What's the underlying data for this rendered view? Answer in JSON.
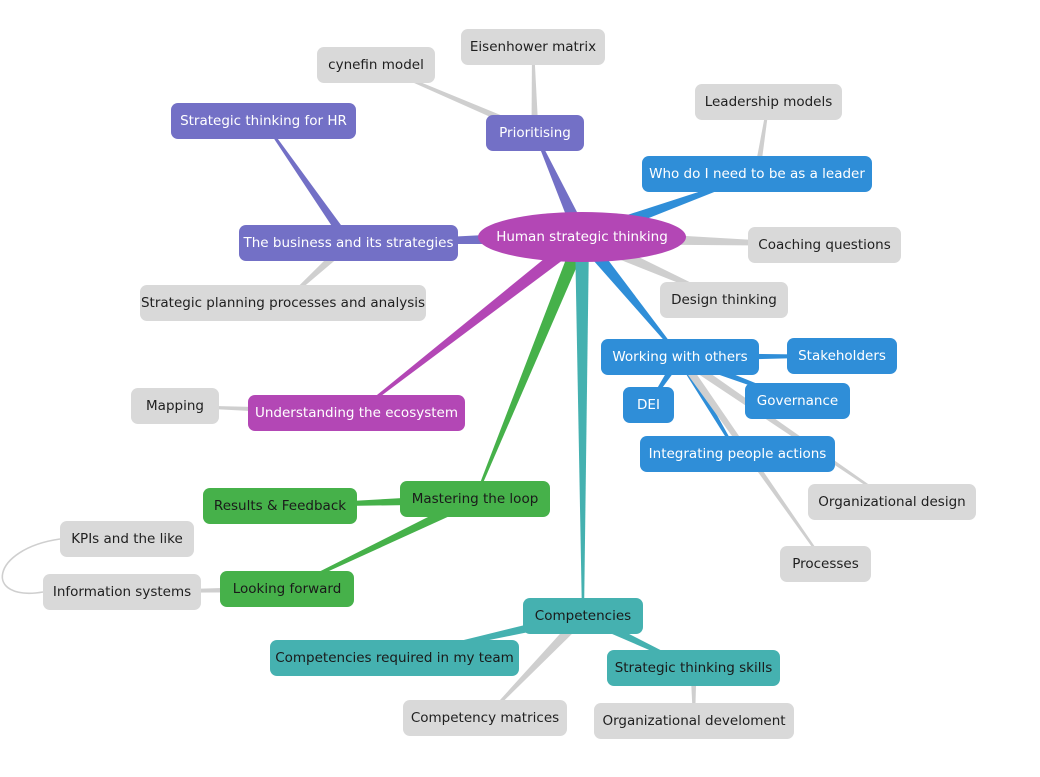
{
  "colors": {
    "purple": "#7370c6",
    "magenta": "#b347b5",
    "blue": "#2f8ed8",
    "green": "#46b14a",
    "teal": "#45b1b0",
    "grey": "#d9d9d9",
    "connector": "#cfcfcf"
  },
  "root": {
    "id": "root",
    "label": "Human strategic thinking",
    "color": "magenta"
  },
  "nodes": [
    {
      "id": "cynefin",
      "label": "cynefin model",
      "style": "grey"
    },
    {
      "id": "eisenhower",
      "label": "Eisenhower matrix",
      "style": "grey"
    },
    {
      "id": "prioritising",
      "label": "Prioritising",
      "style": "purple"
    },
    {
      "id": "sthr",
      "label": "Strategic thinking for HR",
      "style": "purple"
    },
    {
      "id": "business",
      "label": "The business and its strategies",
      "style": "purple"
    },
    {
      "id": "planning",
      "label": "Strategic planning processes and analysis",
      "style": "grey"
    },
    {
      "id": "leadmodels",
      "label": "Leadership models",
      "style": "grey"
    },
    {
      "id": "wholeader",
      "label": "Who do I need to be as a leader",
      "style": "blue"
    },
    {
      "id": "coaching",
      "label": "Coaching questions",
      "style": "grey"
    },
    {
      "id": "design",
      "label": "Design thinking",
      "style": "grey"
    },
    {
      "id": "working",
      "label": "Working with others",
      "style": "blue"
    },
    {
      "id": "stakeholders",
      "label": "Stakeholders",
      "style": "blue"
    },
    {
      "id": "dei",
      "label": "DEI",
      "style": "blue"
    },
    {
      "id": "governance",
      "label": "Governance",
      "style": "blue"
    },
    {
      "id": "integrating",
      "label": "Integrating people actions",
      "style": "blue"
    },
    {
      "id": "orgdesign",
      "label": "Organizational design",
      "style": "grey"
    },
    {
      "id": "processes",
      "label": "Processes",
      "style": "grey"
    },
    {
      "id": "mapping",
      "label": "Mapping",
      "style": "grey"
    },
    {
      "id": "ecosystem",
      "label": "Understanding the ecosystem",
      "style": "magenta"
    },
    {
      "id": "mastering",
      "label": "Mastering the loop",
      "style": "green"
    },
    {
      "id": "results",
      "label": "Results & Feedback",
      "style": "green"
    },
    {
      "id": "kpis",
      "label": "KPIs and the like",
      "style": "grey"
    },
    {
      "id": "infosys",
      "label": "Information systems",
      "style": "grey"
    },
    {
      "id": "forward",
      "label": "Looking forward",
      "style": "green"
    },
    {
      "id": "competencies",
      "label": "Competencies",
      "style": "teal"
    },
    {
      "id": "compteam",
      "label": "Competencies required in my team",
      "style": "teal"
    },
    {
      "id": "stskills",
      "label": "Strategic thinking skills",
      "style": "teal"
    },
    {
      "id": "compmatrix",
      "label": "Competency matrices",
      "style": "grey"
    },
    {
      "id": "orgdev",
      "label": "Organizational develoment",
      "style": "grey"
    }
  ],
  "edges": [
    {
      "from": "root",
      "to": "prioritising",
      "color": "purple"
    },
    {
      "from": "prioritising",
      "to": "cynefin",
      "color": "grey"
    },
    {
      "from": "prioritising",
      "to": "eisenhower",
      "color": "grey"
    },
    {
      "from": "root",
      "to": "business",
      "color": "purple"
    },
    {
      "from": "business",
      "to": "sthr",
      "color": "purple"
    },
    {
      "from": "business",
      "to": "planning",
      "color": "grey"
    },
    {
      "from": "root",
      "to": "wholeader",
      "color": "blue"
    },
    {
      "from": "wholeader",
      "to": "leadmodels",
      "color": "grey"
    },
    {
      "from": "root",
      "to": "coaching",
      "color": "grey"
    },
    {
      "from": "root",
      "to": "design",
      "color": "grey"
    },
    {
      "from": "root",
      "to": "working",
      "color": "blue"
    },
    {
      "from": "working",
      "to": "stakeholders",
      "color": "blue"
    },
    {
      "from": "working",
      "to": "dei",
      "color": "blue"
    },
    {
      "from": "working",
      "to": "governance",
      "color": "blue"
    },
    {
      "from": "working",
      "to": "integrating",
      "color": "blue"
    },
    {
      "from": "working",
      "to": "orgdesign",
      "color": "grey"
    },
    {
      "from": "working",
      "to": "processes",
      "color": "grey"
    },
    {
      "from": "root",
      "to": "ecosystem",
      "color": "magenta"
    },
    {
      "from": "ecosystem",
      "to": "mapping",
      "color": "grey"
    },
    {
      "from": "root",
      "to": "mastering",
      "color": "green"
    },
    {
      "from": "mastering",
      "to": "results",
      "color": "green"
    },
    {
      "from": "mastering",
      "to": "forward",
      "color": "green"
    },
    {
      "from": "forward",
      "to": "infosys",
      "color": "grey"
    },
    {
      "from": "root",
      "to": "competencies",
      "color": "teal"
    },
    {
      "from": "competencies",
      "to": "compteam",
      "color": "teal"
    },
    {
      "from": "competencies",
      "to": "stskills",
      "color": "teal"
    },
    {
      "from": "competencies",
      "to": "compmatrix",
      "color": "grey"
    },
    {
      "from": "stskills",
      "to": "orgdev",
      "color": "grey"
    }
  ],
  "relationships": [
    {
      "from": "kpis",
      "to": "infosys"
    }
  ]
}
